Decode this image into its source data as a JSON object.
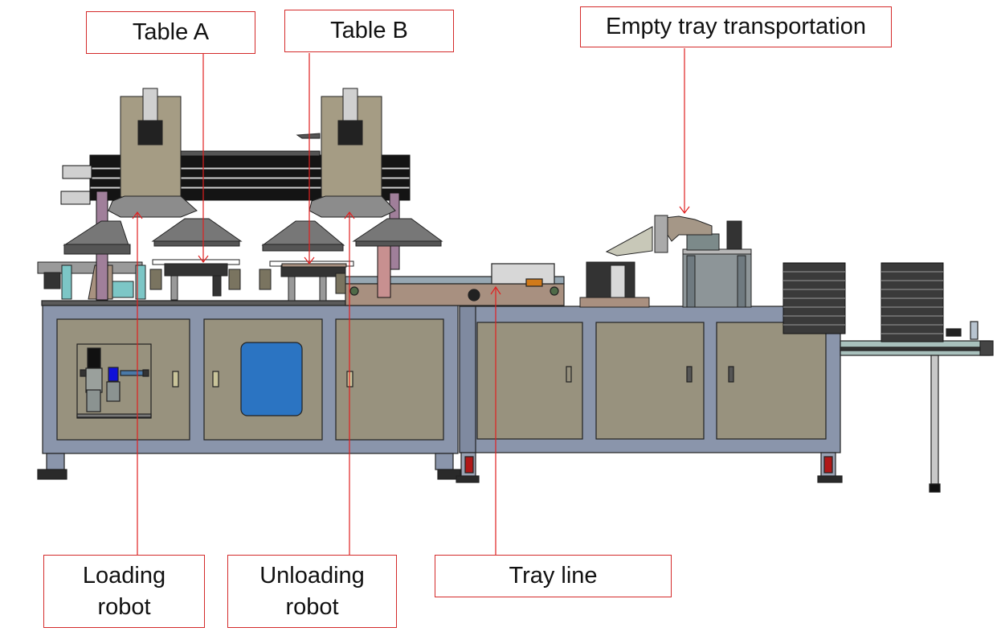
{
  "diagram": {
    "title": "Tray loading / unloading machine – front view",
    "accent_color": "#e02020",
    "labels": {
      "table_a": "Table A",
      "table_b": "Table B",
      "empty_tray_transportation": "Empty tray transportation",
      "loading_robot": "Loading\nrobot",
      "unloading_robot": "Unloading\nrobot",
      "tray_line": "Tray line"
    },
    "colors": {
      "cabinet_frame": "#8a95ab",
      "cabinet_panel": "#98927e",
      "window": "#2b74c2",
      "gantry": "#141414",
      "robot_head": "#a59c84",
      "robot_arm": "#8c8c8c",
      "belt": "#a89080",
      "tray_stack": "#3a3a3a",
      "caster_red": "#b01818"
    },
    "components": [
      "gantry-rail",
      "loading-robot",
      "unloading-robot",
      "table-a",
      "table-b",
      "tray-line",
      "empty-tray-transport",
      "tray-stack-left",
      "tray-stack-right",
      "outfeed-conveyor",
      "air-filter-regulator",
      "inspection-window"
    ]
  }
}
